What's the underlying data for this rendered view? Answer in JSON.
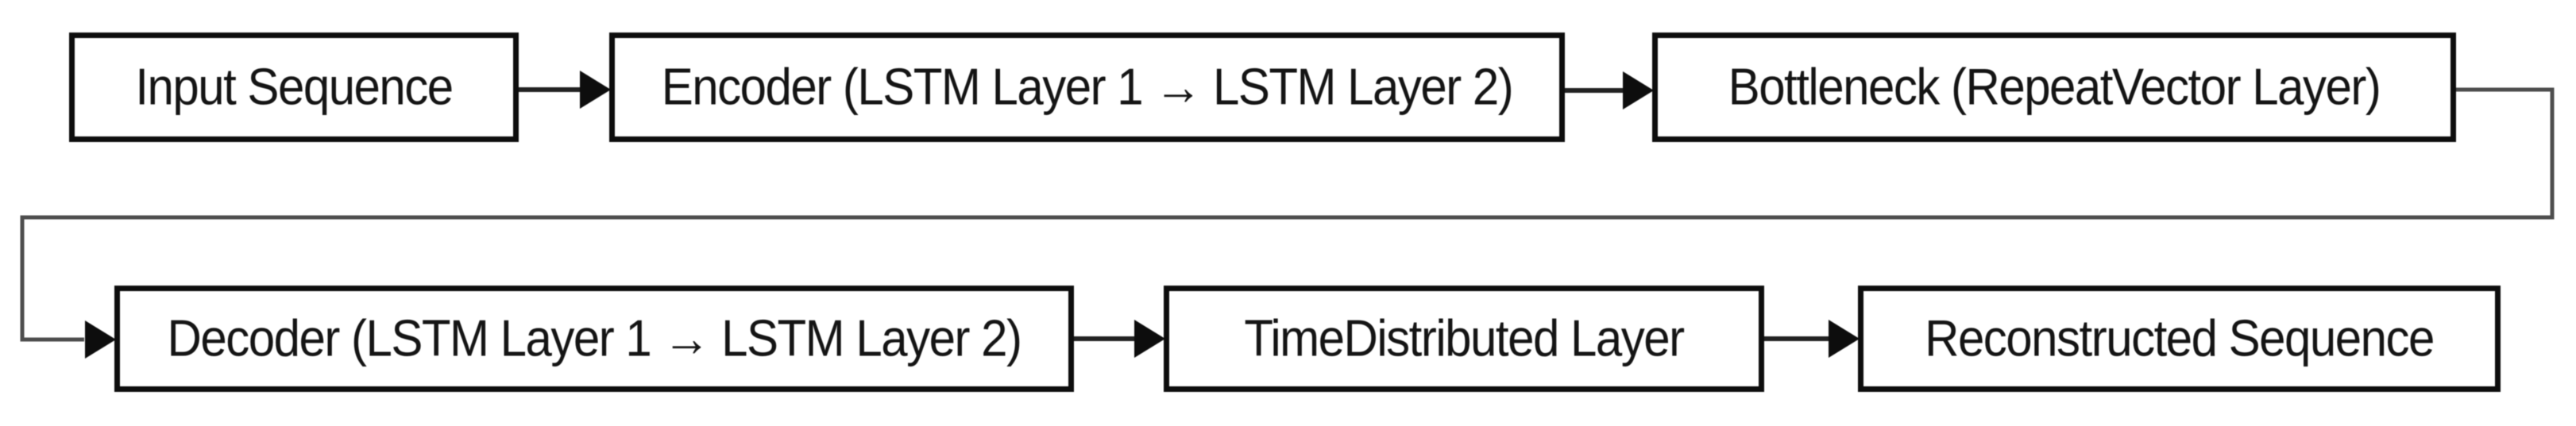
{
  "diagram": {
    "description": "LSTM autoencoder architecture flowchart",
    "colors": {
      "background": "#ffffff",
      "box_border": "#0d0d0d",
      "box_fill": "#ffffff",
      "text": "#141414",
      "connector": "#222222",
      "wrap_connector": "#4d4d4d"
    },
    "nodes": [
      {
        "id": "input-sequence",
        "label": "Input Sequence"
      },
      {
        "id": "encoder",
        "label": "Encoder (LSTM Layer 1 → LSTM Layer 2)"
      },
      {
        "id": "bottleneck",
        "label": "Bottleneck (RepeatVector Layer)"
      },
      {
        "id": "decoder",
        "label": "Decoder (LSTM Layer 1 → LSTM Layer 2)"
      },
      {
        "id": "timedistributed-layer",
        "label": "TimeDistributed Layer"
      },
      {
        "id": "reconstructed-sequence",
        "label": "Reconstructed Sequence"
      }
    ],
    "edges": [
      {
        "from": "input-sequence",
        "to": "encoder",
        "style": "straight-arrow"
      },
      {
        "from": "encoder",
        "to": "bottleneck",
        "style": "straight-arrow"
      },
      {
        "from": "bottleneck",
        "to": "decoder",
        "style": "wrap-around-arrow"
      },
      {
        "from": "decoder",
        "to": "timedistributed-layer",
        "style": "straight-arrow"
      },
      {
        "from": "timedistributed-layer",
        "to": "reconstructed-sequence",
        "style": "straight-arrow"
      }
    ]
  }
}
